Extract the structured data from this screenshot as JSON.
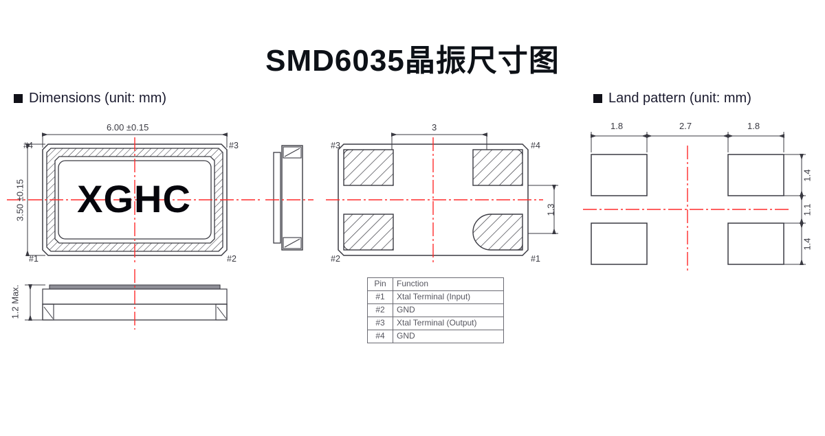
{
  "page": {
    "title": "SMD6035晶振尺寸图",
    "background_color": "#ffffff",
    "line_color": "#3a3a42",
    "centerline_color": "#ff2b2b",
    "text_color": "#1a1a2e"
  },
  "sections": {
    "dimensions": {
      "header": "Dimensions (unit: mm)",
      "bullet": "square-bullet"
    },
    "land_pattern": {
      "header": "Land pattern (unit: mm)",
      "bullet": "square-bullet"
    }
  },
  "top_view": {
    "marking": "XGHC",
    "width_dim": "6.00 ±0.15",
    "height_dim": "3.50 ±0.15",
    "pins": {
      "top_left": "#4",
      "top_right": "#3",
      "bottom_left": "#1",
      "bottom_right": "#2"
    }
  },
  "side_view": {
    "label": ""
  },
  "front_view": {
    "height_dim": "1.2 Max."
  },
  "bottom_view": {
    "pad_pitch_dim": "3",
    "pad_height_dim": "1.3",
    "pins": {
      "top_left": "#3",
      "top_right": "#4",
      "bottom_left": "#2",
      "bottom_right": "#1"
    }
  },
  "land_pattern": {
    "horizontal_dims": [
      "1.8",
      "2.7",
      "1.8"
    ],
    "vertical_dims": [
      "1.4",
      "1.1",
      "1.4"
    ]
  },
  "pin_table": {
    "headers": [
      "Pin",
      "Function"
    ],
    "rows": [
      {
        "pin": "#1",
        "function": "Xtal Terminal (Input)"
      },
      {
        "pin": "#2",
        "function": "GND"
      },
      {
        "pin": "#3",
        "function": "Xtal Terminal (Output)"
      },
      {
        "pin": "#4",
        "function": "GND"
      }
    ]
  },
  "chart_data": {
    "type": "table",
    "title": "SMD6035晶振尺寸图",
    "categories": [
      "#1",
      "#2",
      "#3",
      "#4"
    ],
    "values": [
      "Xtal Terminal (Input)",
      "GND",
      "Xtal Terminal (Output)",
      "GND"
    ],
    "package_dimensions_mm": {
      "length": 6.0,
      "length_tolerance": 0.15,
      "width": 3.5,
      "width_tolerance": 0.15,
      "height_max": 1.2,
      "pad_pitch_x": 3.0,
      "pad_pitch_y": 1.3
    },
    "land_pattern_mm": {
      "pad_width": 1.8,
      "pad_gap_x": 2.7,
      "pad_height": 1.4,
      "pad_gap_y": 1.1
    }
  }
}
